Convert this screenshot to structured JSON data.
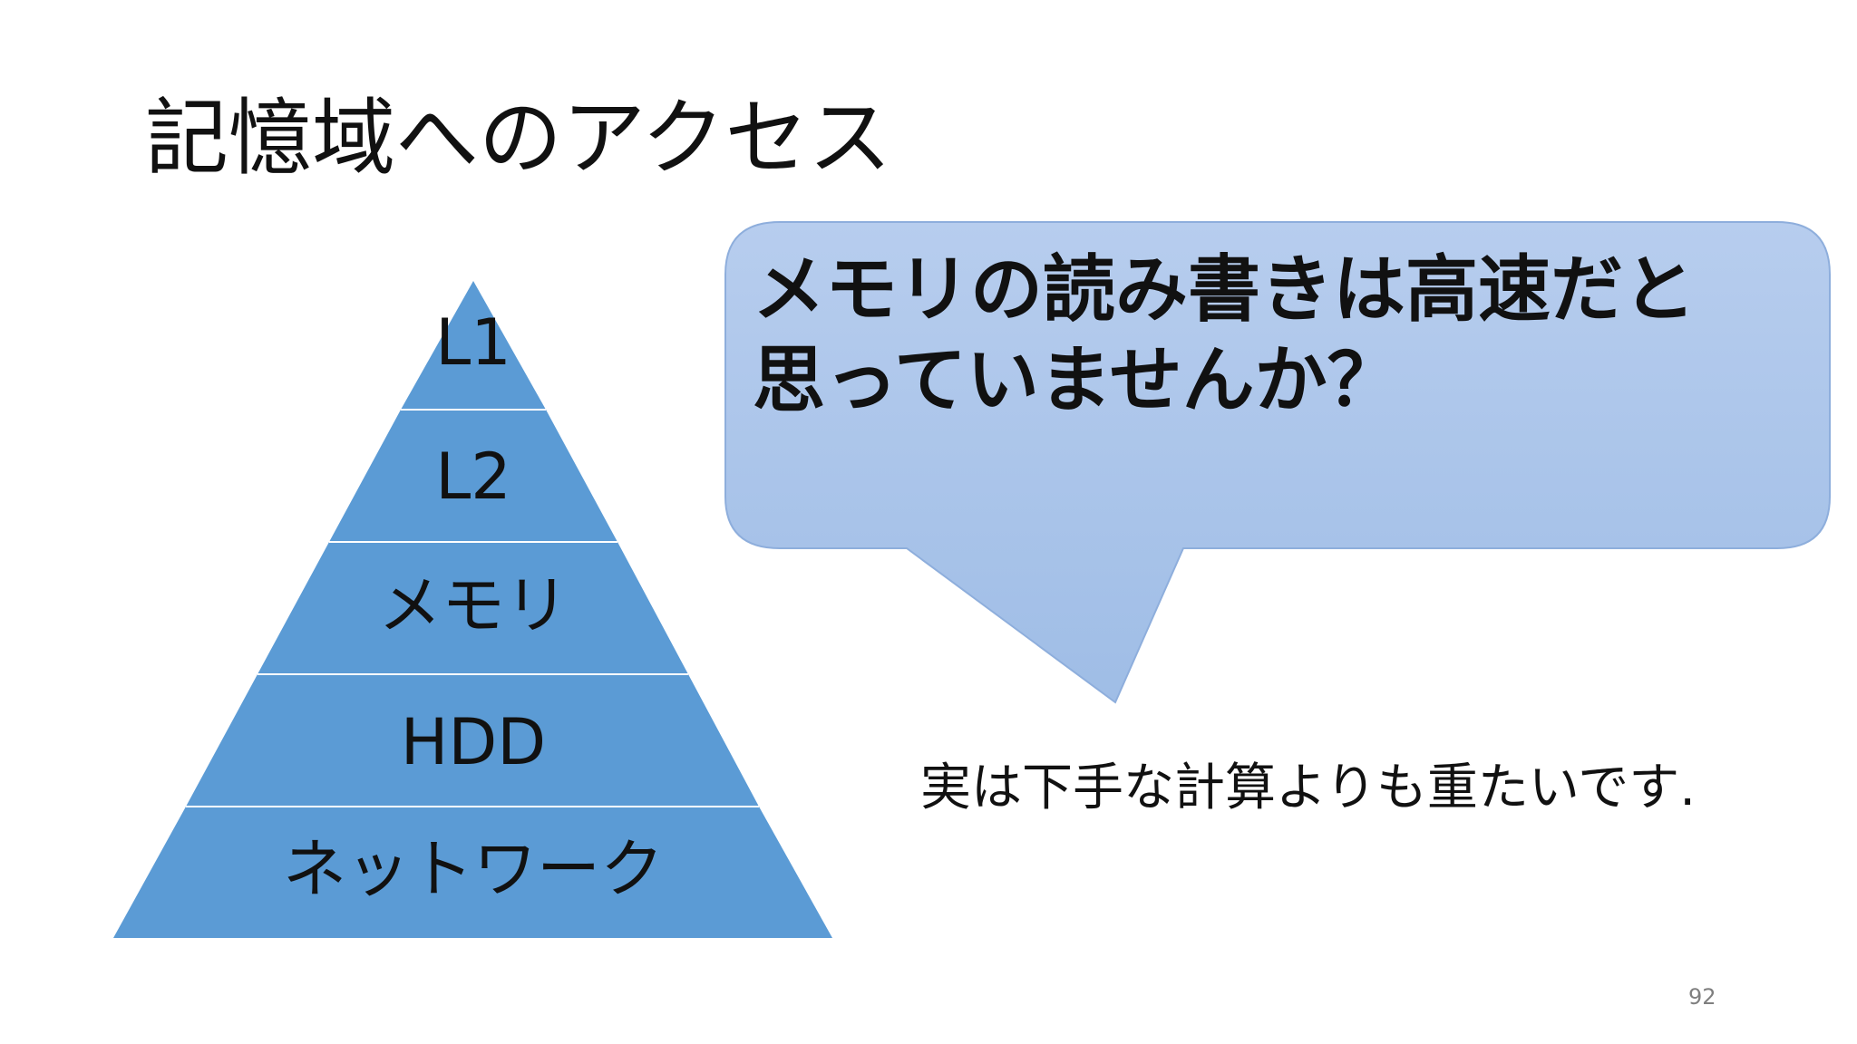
{
  "slide": {
    "title": "記憶域へのアクセス",
    "page_number": "92"
  },
  "pyramid": {
    "fill_color": "#5b9bd5",
    "divider_color": "#ffffff",
    "levels": [
      "L1",
      "L2",
      "メモリ",
      "HDD",
      "ネットワーク"
    ]
  },
  "callout": {
    "fill_color": "#a9c4e8",
    "border_color": "#8eaedc",
    "lines": [
      "メモリの読み書きは高速だと",
      "思っていませんか？"
    ]
  },
  "note": "実は下手な計算よりも重たいです."
}
